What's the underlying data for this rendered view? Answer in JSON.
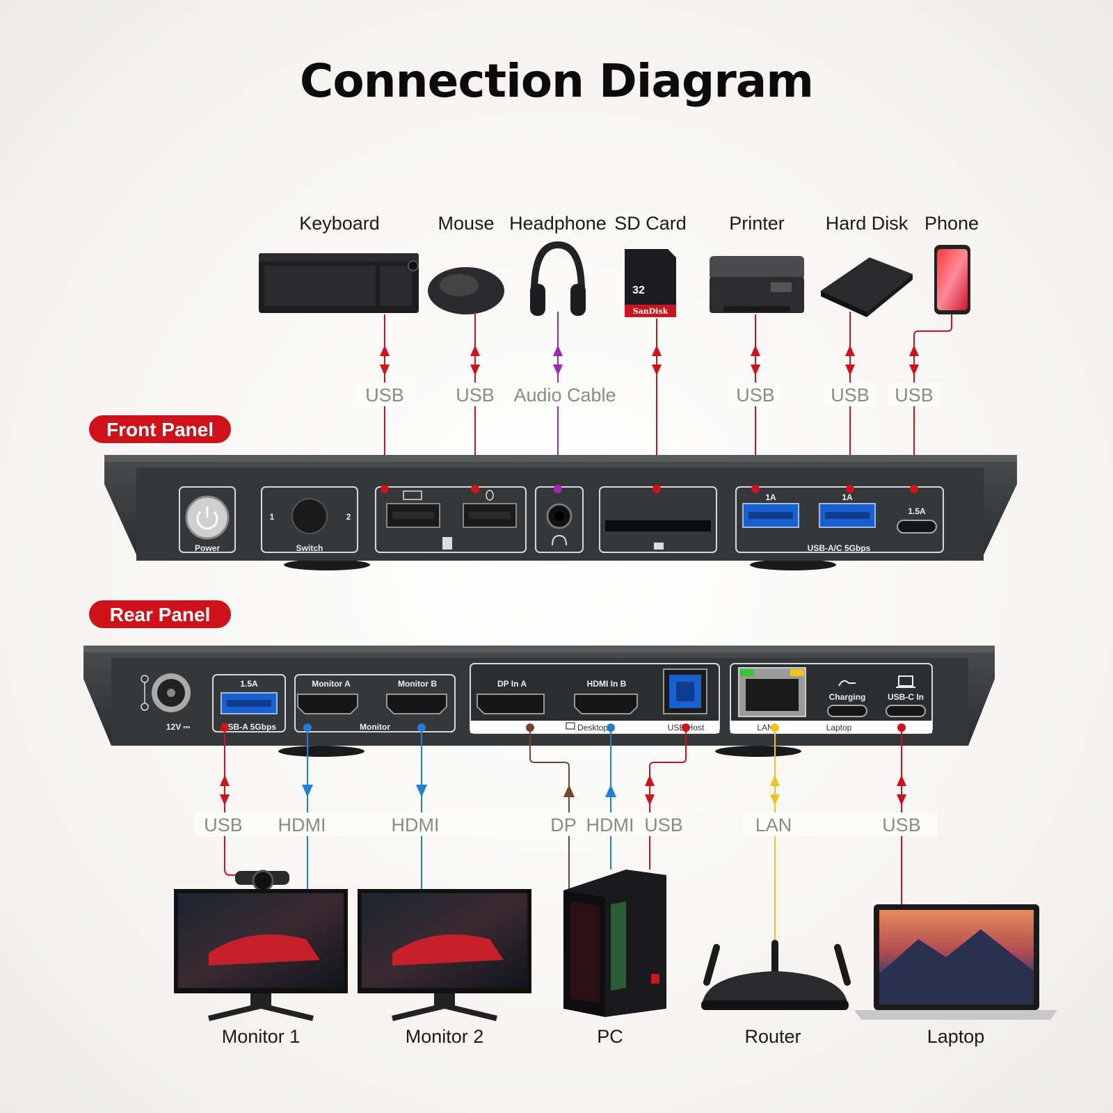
{
  "title": "Connection Diagram",
  "colors": {
    "usb": "#d0121b",
    "audio": "#9b2bb5",
    "hdmi": "#1f7fd6",
    "dp": "#7a4330",
    "lan": "#f2c31a",
    "badge": "#cf1219",
    "panel": "#3b3c3e"
  },
  "front_devices": {
    "keyboard": "Keyboard",
    "mouse": "Mouse",
    "headphone": "Headphone",
    "sd_card": "SD Card",
    "printer": "Printer",
    "hard_disk": "Hard Disk",
    "phone": "Phone"
  },
  "front_connections": {
    "keyboard": "USB",
    "mouse": "USB",
    "headphone": "Audio Cable",
    "printer": "USB",
    "hard_disk": "USB",
    "phone": "USB"
  },
  "front_panel": {
    "badge": "Front Panel",
    "power": "Power",
    "switch": "Switch",
    "switch_1": "1",
    "switch_2": "2",
    "usb_a_1": "1A",
    "usb_a_2": "1A",
    "usb_c": "1.5A",
    "usb_group": "USB-A/C 5Gbps"
  },
  "rear_panel": {
    "badge": "Rear Panel",
    "power": "12V ⎓",
    "usb_current": "1.5A",
    "usb_label": "USB-A 5Gbps",
    "monitor_a": "Monitor A",
    "monitor_b": "Monitor B",
    "monitor_group": "Monitor",
    "dp_in_a": "DP In A",
    "hdmi_in_b": "HDMI In B",
    "desktop": "Desktop",
    "usb_host": "USB Host",
    "lan": "LAN",
    "charging": "Charging",
    "usbc_in": "USB-C In",
    "laptop_group": "Laptop"
  },
  "rear_connections": {
    "webcam": "USB",
    "monitor1": "HDMI",
    "monitor2": "HDMI",
    "pc_dp": "DP",
    "pc_hdmi": "HDMI",
    "pc_usb": "USB",
    "router": "LAN",
    "laptop": "USB"
  },
  "rear_devices": {
    "monitor1": "Monitor 1",
    "monitor2": "Monitor 2",
    "pc": "PC",
    "router": "Router",
    "laptop": "Laptop"
  },
  "sd_card_text": {
    "brand": "SanDisk",
    "capacity": "32"
  }
}
